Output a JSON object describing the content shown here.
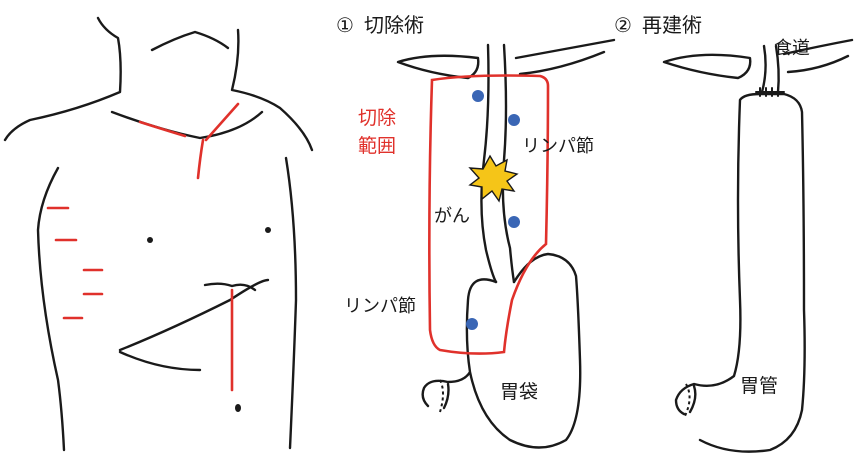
{
  "panels": {
    "resection": {
      "number": "①",
      "title": "切除術"
    },
    "reconstruction": {
      "number": "②",
      "title": "再建術"
    }
  },
  "labels": {
    "resection_range_line1": "切除",
    "resection_range_line2": "範囲",
    "lymph_node_upper": "リンパ節",
    "lymph_node_lower": "リンパ節",
    "cancer": "がん",
    "stomach": "胃袋",
    "esophagus": "食道",
    "gastric_tube": "胃管"
  },
  "colors": {
    "ink": "#1a1a1a",
    "incision_red": "#e0312b",
    "lymph_node_blue": "#3a66b5",
    "tumor_yellow": "#f5c518"
  }
}
